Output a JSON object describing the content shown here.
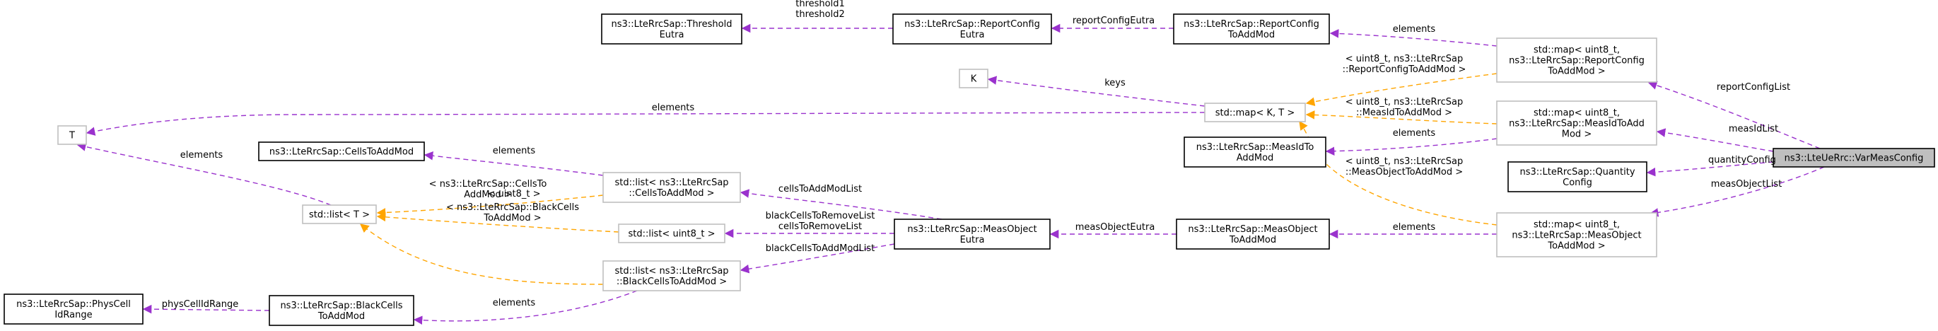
{
  "diagram": {
    "nodes": [
      {
        "id": "threshold",
        "lines": [
          "ns3::LteRrcSap::Threshold",
          "Eutra"
        ],
        "style": "strong"
      },
      {
        "id": "reportConfigEutra",
        "lines": [
          "ns3::LteRrcSap::ReportConfig",
          "Eutra"
        ],
        "style": "strong"
      },
      {
        "id": "reportConfigToAddMod",
        "lines": [
          "ns3::LteRrcSap::ReportConfig",
          "ToAddMod"
        ],
        "style": "strong"
      },
      {
        "id": "mapReportConfig",
        "lines": [
          "std::map< uint8_t,",
          "ns3::LteRrcSap::ReportConfig",
          "ToAddMod >"
        ],
        "style": "template"
      },
      {
        "id": "K",
        "lines": [
          "K"
        ],
        "style": "template"
      },
      {
        "id": "T",
        "lines": [
          "T"
        ],
        "style": "template"
      },
      {
        "id": "mapKT",
        "lines": [
          "std::map< K, T >"
        ],
        "style": "template"
      },
      {
        "id": "mapMeasId",
        "lines": [
          "std::map< uint8_t,",
          "ns3::LteRrcSap::MeasIdToAdd",
          "Mod >"
        ],
        "style": "template"
      },
      {
        "id": "measIdToAddMod",
        "lines": [
          "ns3::LteRrcSap::MeasIdTo",
          "AddMod"
        ],
        "style": "strong"
      },
      {
        "id": "varMeasConfig",
        "lines": [
          "ns3::LteUeRrc::VarMeasConfig"
        ],
        "style": "focus"
      },
      {
        "id": "quantityConfig",
        "lines": [
          "ns3::LteRrcSap::Quantity",
          "Config"
        ],
        "style": "strong"
      },
      {
        "id": "cellsToAddMod",
        "lines": [
          "ns3::LteRrcSap::CellsToAddMod"
        ],
        "style": "strong"
      },
      {
        "id": "listCells",
        "lines": [
          "std::list< ns3::LteRrcSap",
          "::CellsToAddMod >"
        ],
        "style": "template"
      },
      {
        "id": "listT",
        "lines": [
          "std::list< T >"
        ],
        "style": "template"
      },
      {
        "id": "listUint8",
        "lines": [
          "std::list< uint8_t >"
        ],
        "style": "template"
      },
      {
        "id": "measObjectEutra",
        "lines": [
          "ns3::LteRrcSap::MeasObject",
          "Eutra"
        ],
        "style": "strong"
      },
      {
        "id": "measObjectToAddMod",
        "lines": [
          "ns3::LteRrcSap::MeasObject",
          "ToAddMod"
        ],
        "style": "strong"
      },
      {
        "id": "mapMeasObject",
        "lines": [
          "std::map< uint8_t,",
          "ns3::LteRrcSap::MeasObject",
          "ToAddMod >"
        ],
        "style": "template"
      },
      {
        "id": "listBlackCells",
        "lines": [
          "std::list< ns3::LteRrcSap",
          "::BlackCellsToAddMod >"
        ],
        "style": "template"
      },
      {
        "id": "physCellIdRange",
        "lines": [
          "ns3::LteRrcSap::PhysCell",
          "IdRange"
        ],
        "style": "strong"
      },
      {
        "id": "blackCellsToAddMod",
        "lines": [
          "ns3::LteRrcSap::BlackCells",
          "ToAddMod"
        ],
        "style": "strong"
      }
    ],
    "edges": [
      {
        "id": "e-threshold",
        "lines": [
          "threshold1",
          "threshold2"
        ],
        "color": "purple"
      },
      {
        "id": "e-reportConfigEutra",
        "lines": [
          "reportConfigEutra"
        ],
        "color": "purple"
      },
      {
        "id": "e-elements-rc",
        "lines": [
          "elements"
        ],
        "color": "purple"
      },
      {
        "id": "e-keys",
        "lines": [
          "keys"
        ],
        "color": "purple"
      },
      {
        "id": "e-elements-T",
        "lines": [
          "elements"
        ],
        "color": "purple"
      },
      {
        "id": "e-tmpl-rc",
        "lines": [
          "< uint8_t, ns3::LteRrcSap",
          "::ReportConfigToAddMod >"
        ],
        "color": "orange"
      },
      {
        "id": "e-tmpl-measid",
        "lines": [
          "< uint8_t, ns3::LteRrcSap",
          "::MeasIdToAddMod >"
        ],
        "color": "orange"
      },
      {
        "id": "e-elements-measid",
        "lines": [
          "elements"
        ],
        "color": "purple"
      },
      {
        "id": "e-tmpl-measobj",
        "lines": [
          "< uint8_t, ns3::LteRrcSap",
          "::MeasObjectToAddMod >"
        ],
        "color": "orange"
      },
      {
        "id": "e-reportConfigList",
        "lines": [
          "reportConfigList"
        ],
        "color": "purple"
      },
      {
        "id": "e-measIdList",
        "lines": [
          "measIdList"
        ],
        "color": "purple"
      },
      {
        "id": "e-quantityConfig",
        "lines": [
          "quantityConfig"
        ],
        "color": "purple"
      },
      {
        "id": "e-measObjectList",
        "lines": [
          "measObjectList"
        ],
        "color": "purple"
      },
      {
        "id": "e-elements-list-T",
        "lines": [
          "elements"
        ],
        "color": "purple"
      },
      {
        "id": "e-elements-cells",
        "lines": [
          "elements"
        ],
        "color": "purple"
      },
      {
        "id": "e-tmpl-cells",
        "lines": [
          "< ns3::LteRrcSap::CellsTo",
          "AddMod >"
        ],
        "color": "orange"
      },
      {
        "id": "e-tmpl-uint8",
        "lines": [
          "< uint8_t >"
        ],
        "color": "orange"
      },
      {
        "id": "e-tmpl-black",
        "lines": [
          "< ns3::LteRrcSap::BlackCells",
          "ToAddMod >"
        ],
        "color": "orange"
      },
      {
        "id": "e-cellsToAddModList",
        "lines": [
          "cellsToAddModList"
        ],
        "color": "purple"
      },
      {
        "id": "e-blackCellsToRemove",
        "lines": [
          "blackCellsToRemoveList",
          "cellsToRemoveList"
        ],
        "color": "purple"
      },
      {
        "id": "e-blackCellsToAdd",
        "lines": [
          "blackCellsToAddModList"
        ],
        "color": "purple"
      },
      {
        "id": "e-measObjectEutra",
        "lines": [
          "measObjectEutra"
        ],
        "color": "purple"
      },
      {
        "id": "e-elements-measobj",
        "lines": [
          "elements"
        ],
        "color": "purple"
      },
      {
        "id": "e-physCellIdRange",
        "lines": [
          "physCellIdRange"
        ],
        "color": "purple"
      },
      {
        "id": "e-elements-black",
        "lines": [
          "elements"
        ],
        "color": "purple"
      }
    ],
    "colors": {
      "purple": "#9a32cd",
      "orange": "#ffa500",
      "strong_border": "#000000",
      "template_border": "#bfbfbf",
      "focus_fill": "#bfbfbf"
    }
  }
}
